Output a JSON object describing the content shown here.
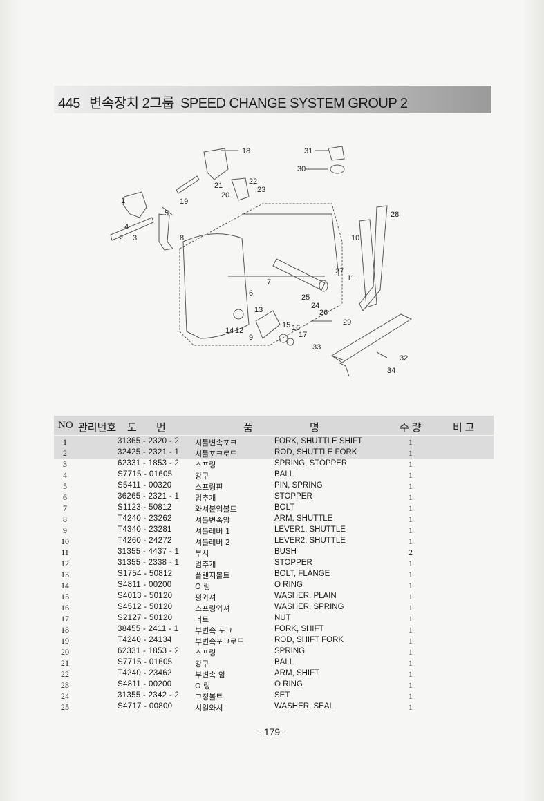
{
  "header": {
    "number": "445",
    "title_ko": "변속장치 2그룹",
    "title_en": "SPEED CHANGE SYSTEM GROUP 2"
  },
  "diagram": {
    "callouts": [
      "1",
      "2",
      "3",
      "4",
      "5",
      "6",
      "7",
      "8",
      "9",
      "10",
      "11",
      "12",
      "13",
      "14",
      "15",
      "16",
      "17",
      "18",
      "19",
      "20",
      "21",
      "22",
      "23",
      "24",
      "25",
      "26",
      "27",
      "28",
      "29",
      "30",
      "31",
      "32",
      "33",
      "34"
    ]
  },
  "table": {
    "headers": {
      "no": "NO",
      "mgmt": "관리번호",
      "drawing_1": "도",
      "drawing_2": "번",
      "name_1": "품",
      "name_2": "명",
      "qty": "수 량",
      "remark": "비 고"
    },
    "rows": [
      {
        "no": "1",
        "part": "31365 - 2320 - 2",
        "ko": "셔틀변속포크",
        "en": "FORK, SHUTTLE SHIFT",
        "qty": "1"
      },
      {
        "no": "2",
        "part": "32425 - 2321 - 1",
        "ko": "셔틀포크로드",
        "en": "ROD, SHUTTLE FORK",
        "qty": "1"
      },
      {
        "no": "3",
        "part": "62331 - 1853 - 2",
        "ko": "스프링",
        "en": "SPRING, STOPPER",
        "qty": "1"
      },
      {
        "no": "4",
        "part": "S7715 - 01605",
        "ko": "강구",
        "en": "BALL",
        "qty": "1"
      },
      {
        "no": "5",
        "part": "S5411 - 00320",
        "ko": "스프링핀",
        "en": "PIN, SPRING",
        "qty": "1"
      },
      {
        "no": "6",
        "part": "36265 - 2321 - 1",
        "ko": "멈추개",
        "en": "STOPPER",
        "qty": "1"
      },
      {
        "no": "7",
        "part": "S1123 - 50812",
        "ko": "와셔붙임볼트",
        "en": "BOLT",
        "qty": "1"
      },
      {
        "no": "8",
        "part": "T4240 - 23262",
        "ko": "셔틀변속암",
        "en": "ARM, SHUTTLE",
        "qty": "1"
      },
      {
        "no": "9",
        "part": "T4340 - 23281",
        "ko": "셔틀레버 1",
        "en": "LEVER1, SHUTTLE",
        "qty": "1"
      },
      {
        "no": "10",
        "part": "T4260 - 24272",
        "ko": "셔틀레버 2",
        "en": "LEVER2, SHUTTLE",
        "qty": "1"
      },
      {
        "no": "11",
        "part": "31355 - 4437 - 1",
        "ko": "부시",
        "en": "BUSH",
        "qty": "2"
      },
      {
        "no": "12",
        "part": "31355 - 2338 - 1",
        "ko": "멈추개",
        "en": "STOPPER",
        "qty": "1"
      },
      {
        "no": "13",
        "part": "S1754 - 50812",
        "ko": "플랜지볼트",
        "en": "BOLT, FLANGE",
        "qty": "1"
      },
      {
        "no": "14",
        "part": "S4811 - 00200",
        "ko": "O 링",
        "en": "O RING",
        "qty": "1"
      },
      {
        "no": "15",
        "part": "S4013 - 50120",
        "ko": "평와셔",
        "en": "WASHER, PLAIN",
        "qty": "1"
      },
      {
        "no": "16",
        "part": "S4512 - 50120",
        "ko": "스프링와셔",
        "en": "WASHER, SPRING",
        "qty": "1"
      },
      {
        "no": "17",
        "part": "S2127 - 50120",
        "ko": "너트",
        "en": "NUT",
        "qty": "1"
      },
      {
        "no": "18",
        "part": "38455 - 2411 - 1",
        "ko": "부변속 포크",
        "en": "FORK, SHIFT",
        "qty": "1"
      },
      {
        "no": "19",
        "part": "T4240 - 24134",
        "ko": "부변속포크로드",
        "en": "ROD, SHIFT FORK",
        "qty": "1"
      },
      {
        "no": "20",
        "part": "62331 - 1853 - 2",
        "ko": "스프링",
        "en": "SPRING",
        "qty": "1"
      },
      {
        "no": "21",
        "part": "S7715 - 01605",
        "ko": "강구",
        "en": "BALL",
        "qty": "1"
      },
      {
        "no": "22",
        "part": "T4240 - 23462",
        "ko": "부변속 암",
        "en": "ARM, SHIFT",
        "qty": "1"
      },
      {
        "no": "23",
        "part": "S4811 - 00200",
        "ko": "O 링",
        "en": "O RING",
        "qty": "1"
      },
      {
        "no": "24",
        "part": "31355 - 2342 - 2",
        "ko": "고정볼트",
        "en": "SET",
        "qty": "1"
      },
      {
        "no": "25",
        "part": "S4717 - 00800",
        "ko": "시일와셔",
        "en": "WASHER, SEAL",
        "qty": "1"
      }
    ]
  },
  "footer": {
    "page": "- 179 -"
  }
}
